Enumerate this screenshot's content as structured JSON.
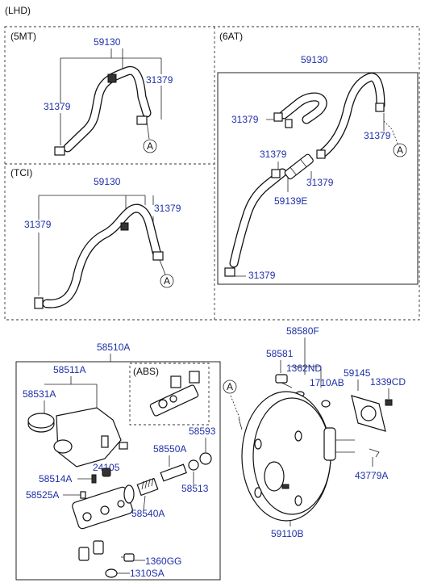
{
  "header": {
    "drive_side": "(LHD)"
  },
  "sections": {
    "mt5": {
      "title": "(5MT)",
      "labels": [
        "59130",
        "31379",
        "31379"
      ],
      "ref": "A"
    },
    "tci": {
      "title": "(TCI)",
      "labels": [
        "59130",
        "31379",
        "31379"
      ],
      "ref": "A"
    },
    "at6": {
      "title": "(6AT)",
      "labels": [
        "59130",
        "31379",
        "31379",
        "31379",
        "31379",
        "59139E",
        "31379"
      ],
      "ref": "A"
    }
  },
  "master_cylinder": {
    "labels": [
      "58510A",
      "58511A",
      "58531A",
      "58514A",
      "58525A",
      "24105",
      "58550A",
      "58540A",
      "58513",
      "58593",
      "1360GG",
      "1310SA"
    ],
    "abs_title": "(ABS)"
  },
  "booster": {
    "labels": [
      "58580F",
      "58581",
      "1362ND",
      "1710AB",
      "59145",
      "1339CD",
      "43779A",
      "59110B"
    ],
    "ref": "A"
  }
}
